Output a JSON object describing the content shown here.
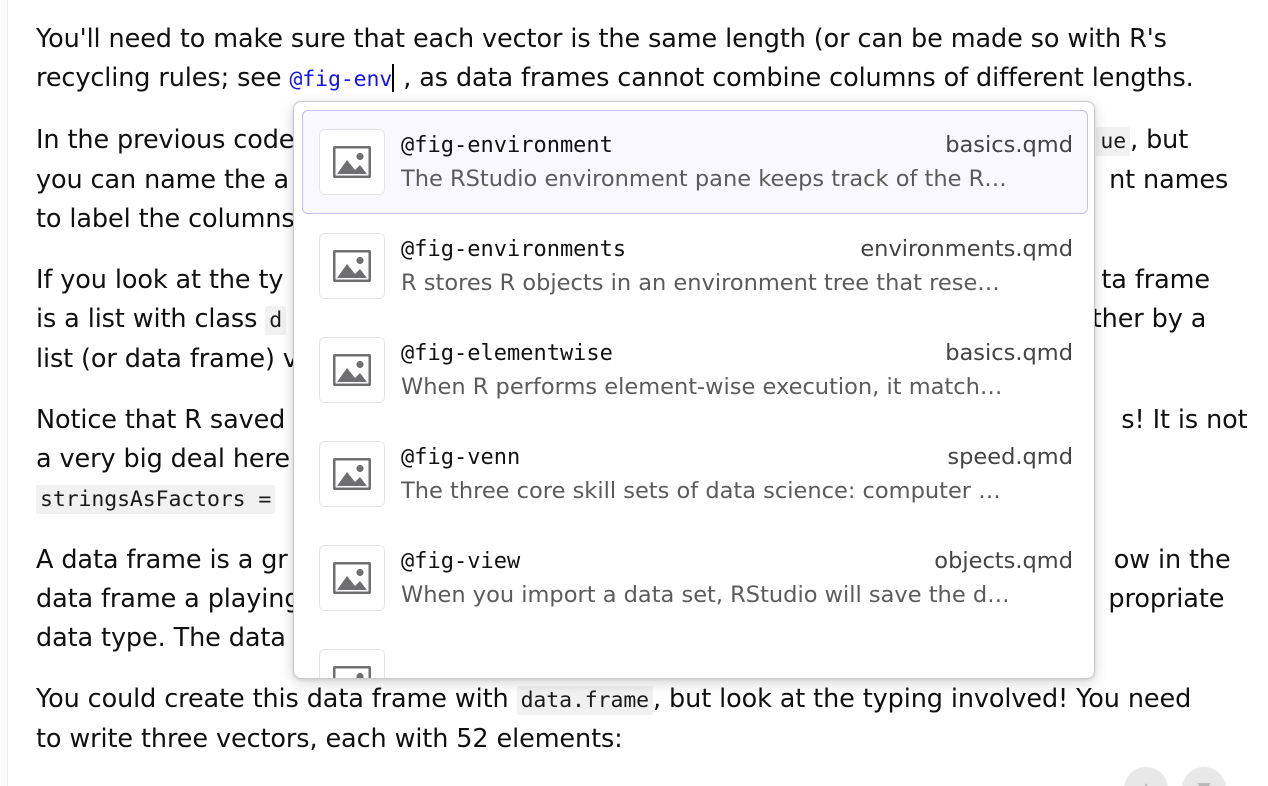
{
  "document": {
    "paragraphs": [
      {
        "id": "para-1",
        "segments": [
          {
            "type": "text",
            "text": "You'll need to make sure that each vector is the same length (or can be made so with R's"
          }
        ]
      },
      {
        "id": "para-1b",
        "segments": [
          {
            "type": "text",
            "text": "recycling rules; see "
          },
          {
            "type": "xref",
            "text": "@fig-env"
          },
          {
            "type": "caret",
            "text": ""
          },
          {
            "type": "text",
            "text": " , as data frames cannot combine columns of different lengths."
          }
        ]
      },
      {
        "id": "para-2",
        "segments": [
          {
            "type": "text",
            "text": "In the previous code"
          },
          {
            "type": "occluded",
            "text": ""
          },
          {
            "type": "code",
            "text": "ue"
          },
          {
            "type": "text",
            "text": ", but"
          }
        ]
      },
      {
        "id": "para-2b",
        "segments": [
          {
            "type": "text",
            "text": "you can name the a"
          },
          {
            "type": "occluded",
            "text": ""
          },
          {
            "type": "text",
            "text": "nt names"
          }
        ]
      },
      {
        "id": "para-2c",
        "segments": [
          {
            "type": "text",
            "text": "to label the columns"
          }
        ]
      },
      {
        "id": "para-3",
        "segments": [
          {
            "type": "text",
            "text": "If you look at the ty"
          },
          {
            "type": "occluded",
            "text": ""
          },
          {
            "type": "text",
            "text": "ta frame"
          }
        ]
      },
      {
        "id": "para-3b",
        "segments": [
          {
            "type": "text",
            "text": "is a list with class "
          },
          {
            "type": "code",
            "text": "d"
          },
          {
            "type": "occluded",
            "text": ""
          },
          {
            "type": "text",
            "text": "ether by a"
          }
        ]
      },
      {
        "id": "para-3c",
        "segments": [
          {
            "type": "text",
            "text": "list (or data frame) v"
          }
        ]
      },
      {
        "id": "para-4",
        "segments": [
          {
            "type": "text",
            "text": "Notice that R saved"
          },
          {
            "type": "occluded",
            "text": ""
          },
          {
            "type": "text",
            "text": "s! It is not"
          }
        ]
      },
      {
        "id": "para-4b",
        "segments": [
          {
            "type": "text",
            "text": "a very big deal here"
          }
        ]
      },
      {
        "id": "para-4c",
        "segments": [
          {
            "type": "code",
            "text": "stringsAsFactors ="
          }
        ]
      },
      {
        "id": "para-5",
        "segments": [
          {
            "type": "text",
            "text": "A data frame is a gr"
          },
          {
            "type": "occluded",
            "text": ""
          },
          {
            "type": "text",
            "text": "ow in the"
          }
        ]
      },
      {
        "id": "para-5b",
        "segments": [
          {
            "type": "text",
            "text": "data frame a playing"
          },
          {
            "type": "occluded",
            "text": ""
          },
          {
            "type": "text",
            "text": "propriate"
          }
        ]
      },
      {
        "id": "para-5c",
        "segments": [
          {
            "type": "text",
            "text": "data type. The data"
          }
        ]
      },
      {
        "id": "para-6",
        "segments": [
          {
            "type": "text",
            "text": "You could create this data frame with "
          },
          {
            "type": "code",
            "text": "data.frame"
          },
          {
            "type": "text",
            "text": ", but look at the typing involved! You need"
          }
        ]
      },
      {
        "id": "para-6b",
        "segments": [
          {
            "type": "text",
            "text": "to write three vectors, each with 52 elements:"
          }
        ]
      }
    ]
  },
  "popup": {
    "name": "cross-reference-autocomplete",
    "selected_index": 0,
    "selected_border_color": "#c3c0ef",
    "selected_background_color": "#f9f8fe",
    "items": [
      {
        "id": "@fig-environment",
        "file": "basics.qmd",
        "description": "The RStudio environment pane keeps track of the R…",
        "icon": "image-thumbnail-icon",
        "selected": true
      },
      {
        "id": "@fig-environments",
        "file": "environments.qmd",
        "description": "R stores R objects in an environment tree that rese…",
        "icon": "image-thumbnail-icon",
        "selected": false
      },
      {
        "id": "@fig-elementwise",
        "file": "basics.qmd",
        "description": "When R performs element-wise execution, it match…",
        "icon": "image-thumbnail-icon",
        "selected": false
      },
      {
        "id": "@fig-venn",
        "file": "speed.qmd",
        "description": "The three core skill sets of data science: computer …",
        "icon": "image-thumbnail-icon",
        "selected": false
      },
      {
        "id": "@fig-view",
        "file": "objects.qmd",
        "description": "When you import a data set, RStudio will save the d…",
        "icon": "image-thumbnail-icon",
        "selected": false
      },
      {
        "id": "",
        "file": "",
        "description": "",
        "icon": "image-thumbnail-icon",
        "selected": false
      }
    ]
  },
  "floating_buttons": [
    {
      "name": "fab-left",
      "glyph": "▲"
    },
    {
      "name": "fab-right",
      "glyph": "▼"
    }
  ]
}
